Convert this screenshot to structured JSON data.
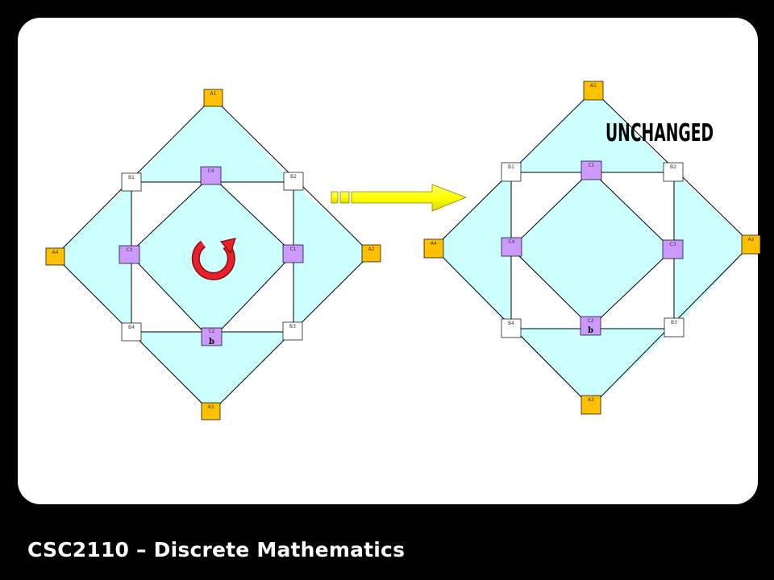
{
  "footer": {
    "title": "CSC2110 – Discrete Mathematics"
  },
  "annotation": {
    "text": "UNCHANGED"
  },
  "colors": {
    "fill": "#ccffff",
    "outer_node": "#ffc000",
    "inner_node": "#cc99ff",
    "middle_node": "#ffffff",
    "arrow": "#ffff00",
    "rotate_icon": "#e8202a"
  },
  "left_graph": {
    "outer": [
      "A1",
      "A2",
      "A3",
      "A4"
    ],
    "middle": [
      "B1",
      "B2",
      "B3",
      "B4"
    ],
    "inner": [
      "C4",
      "C1",
      "C2",
      "C3"
    ],
    "marked_node": {
      "label": "C2",
      "mark": "b"
    }
  },
  "right_graph": {
    "outer": [
      "A1",
      "A2",
      "A3",
      "A4"
    ],
    "middle": [
      "B1",
      "B2",
      "B3",
      "B4"
    ],
    "inner": [
      "C1",
      "C3",
      "C2",
      "C4"
    ],
    "marked_node": {
      "label": "C2",
      "mark": "b"
    }
  }
}
